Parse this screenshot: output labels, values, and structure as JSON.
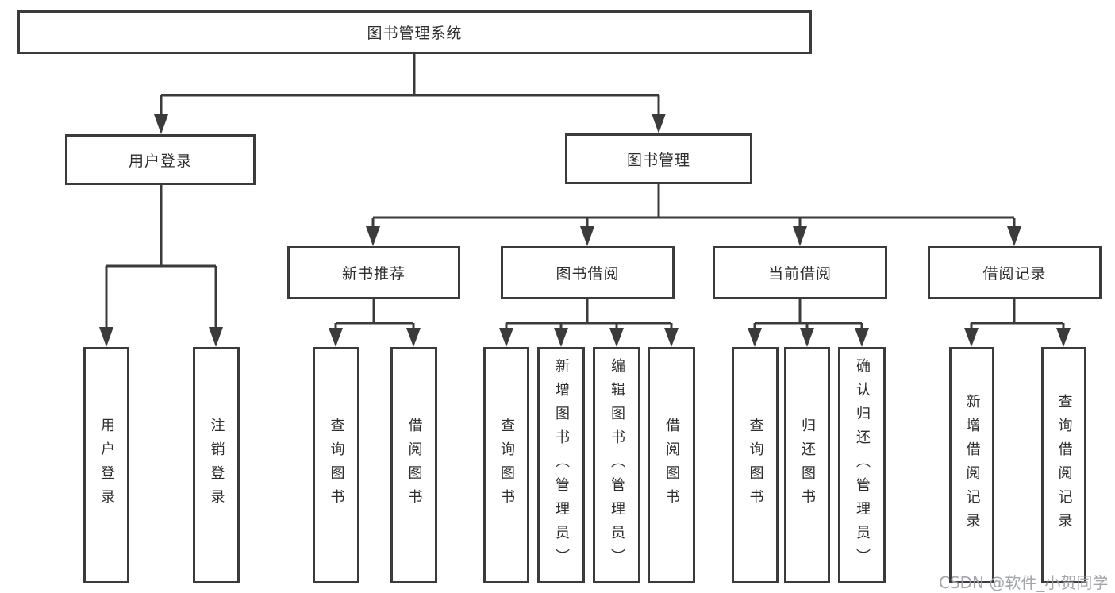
{
  "diagram": {
    "type": "hierarchy-tree",
    "tree": {
      "label": "图书管理系统",
      "children": [
        {
          "label": "用户登录",
          "children": [
            {
              "label": "用户登录"
            },
            {
              "label": "注销登录"
            }
          ]
        },
        {
          "label": "图书管理",
          "children": [
            {
              "label": "新书推荐",
              "children": [
                {
                  "label": "查询图书"
                },
                {
                  "label": "借阅图书"
                }
              ]
            },
            {
              "label": "图书借阅",
              "children": [
                {
                  "label": "查询图书"
                },
                {
                  "label": "新增图书（管理员）"
                },
                {
                  "label": "编辑图书（管理员）"
                },
                {
                  "label": "借阅图书"
                }
              ]
            },
            {
              "label": "当前借阅",
              "children": [
                {
                  "label": "查询图书"
                },
                {
                  "label": "归还图书"
                },
                {
                  "label": "确认归还（管理员）"
                }
              ]
            },
            {
              "label": "借阅记录",
              "children": [
                {
                  "label": "新增借阅记录"
                },
                {
                  "label": "查询借阅记录"
                }
              ]
            }
          ]
        }
      ]
    },
    "colors": {
      "line": "#3b3b3b",
      "box_border": "#3b3b3b",
      "box_fill": "#ffffff",
      "text": "#2e2e2e",
      "background": "#ffffff",
      "watermark_text_color": "#9ea0a8"
    }
  },
  "watermark": "CSDN @软件_小贺同学"
}
